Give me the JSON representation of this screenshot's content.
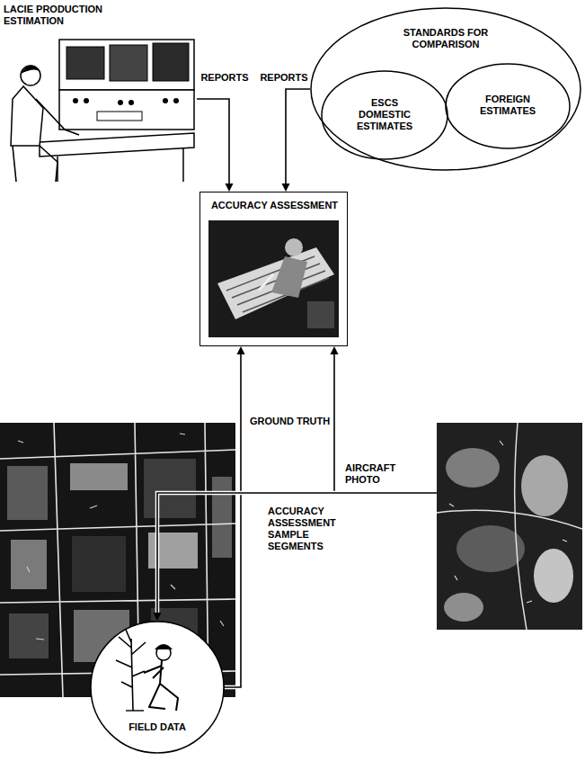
{
  "diagram": {
    "nodes": [
      {
        "text": [
          "LACIE PRODUCTION ESTIMATION"
        ]
      },
      {
        "text": [
          "STANDARDS FOR COMPARISON"
        ]
      },
      {
        "text": [
          "ESCS DOMESTIC ESTIMATES"
        ],
        "in": 1
      },
      {
        "text": [
          "FOREIGN ESTIMATES"
        ],
        "in": 1
      },
      {
        "text": [
          "ACCURACY ASSESSMENT"
        ]
      },
      {
        "text": [
          "FIELD DATA"
        ]
      },
      {
        "text": [
          "ACCURACY ASSESSMENT SAMPLE SEGMENTS"
        ]
      }
    ],
    "edges": [
      {
        "from": 0,
        "to": 4,
        "label": "REPORTS",
        "arrow": "to"
      },
      {
        "from": 1,
        "to": 4,
        "label": "REPORTS",
        "arrow": "to"
      },
      {
        "from": 5,
        "to": 4,
        "label": "GROUND TRUTH",
        "arrow": "to"
      },
      {
        "from": 6,
        "to": 4,
        "arrow": "to"
      },
      {
        "from": 6,
        "to": 5,
        "label": "AIRCRAFT PHOTO",
        "arrow": "to"
      }
    ]
  }
}
